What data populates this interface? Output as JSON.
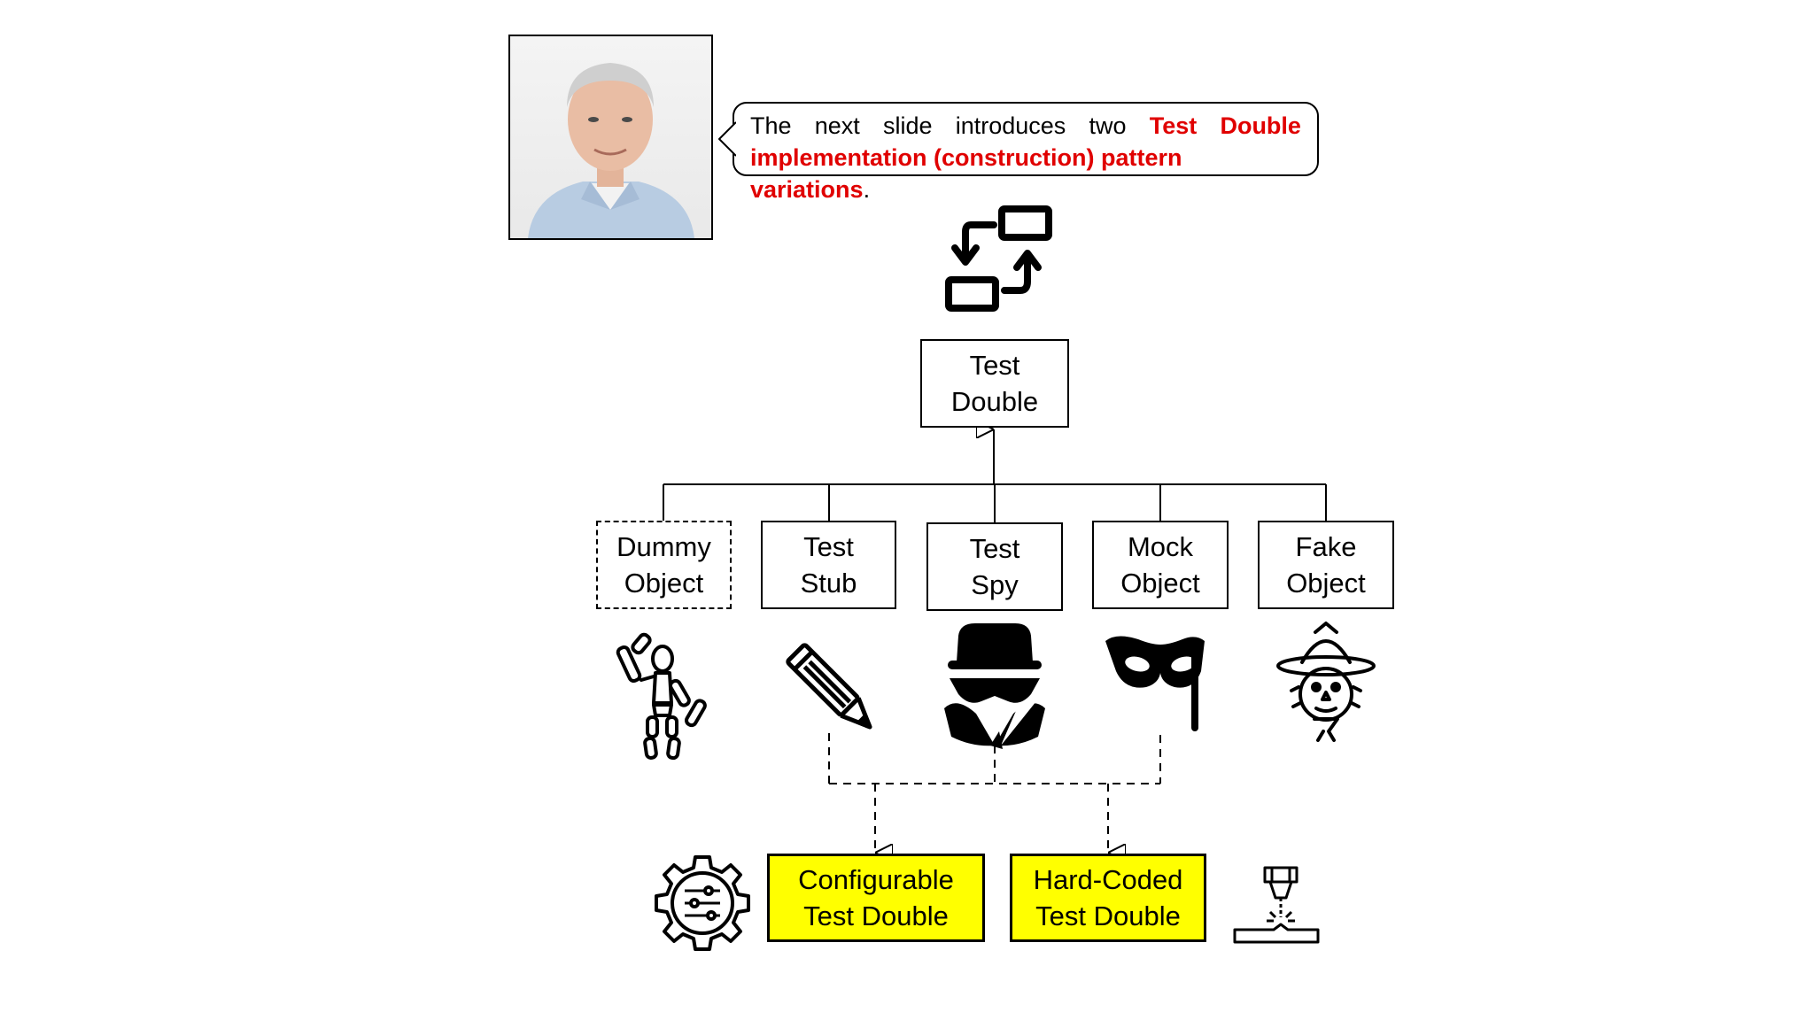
{
  "speech_bubble": {
    "line1_words": [
      "The",
      "next",
      "slide",
      "introduces",
      "two"
    ],
    "line1_highlight": [
      "Test",
      "Double"
    ],
    "line2_highlight": "implementation (construction) pattern variations",
    "line2_end": "."
  },
  "root": {
    "line1": "Test",
    "line2": "Double"
  },
  "variants": [
    {
      "id": "dummy",
      "line1": "Dummy",
      "line2": "Object",
      "dashed": true,
      "icon": "wooden-mannequin-icon"
    },
    {
      "id": "stub",
      "line1": "Test",
      "line2": "Stub",
      "dashed": false,
      "icon": "pencil-icon"
    },
    {
      "id": "spy",
      "line1": "Test",
      "line2": "Spy",
      "dashed": false,
      "icon": "spy-icon"
    },
    {
      "id": "mock",
      "line1": "Mock",
      "line2": "Object",
      "dashed": false,
      "icon": "masquerade-mask-icon"
    },
    {
      "id": "fake",
      "line1": "Fake",
      "line2": "Object",
      "dashed": false,
      "icon": "scarecrow-icon"
    }
  ],
  "implementations": [
    {
      "id": "configurable",
      "line1": "Configurable",
      "line2": "Test Double",
      "icon": "gear-sliders-icon"
    },
    {
      "id": "hardcoded",
      "line1": "Hard-Coded",
      "line2": "Test Double",
      "icon": "laser-engraving-icon"
    }
  ],
  "colors": {
    "highlight_text": "#e00000",
    "implementation_box": "#ffff00"
  }
}
